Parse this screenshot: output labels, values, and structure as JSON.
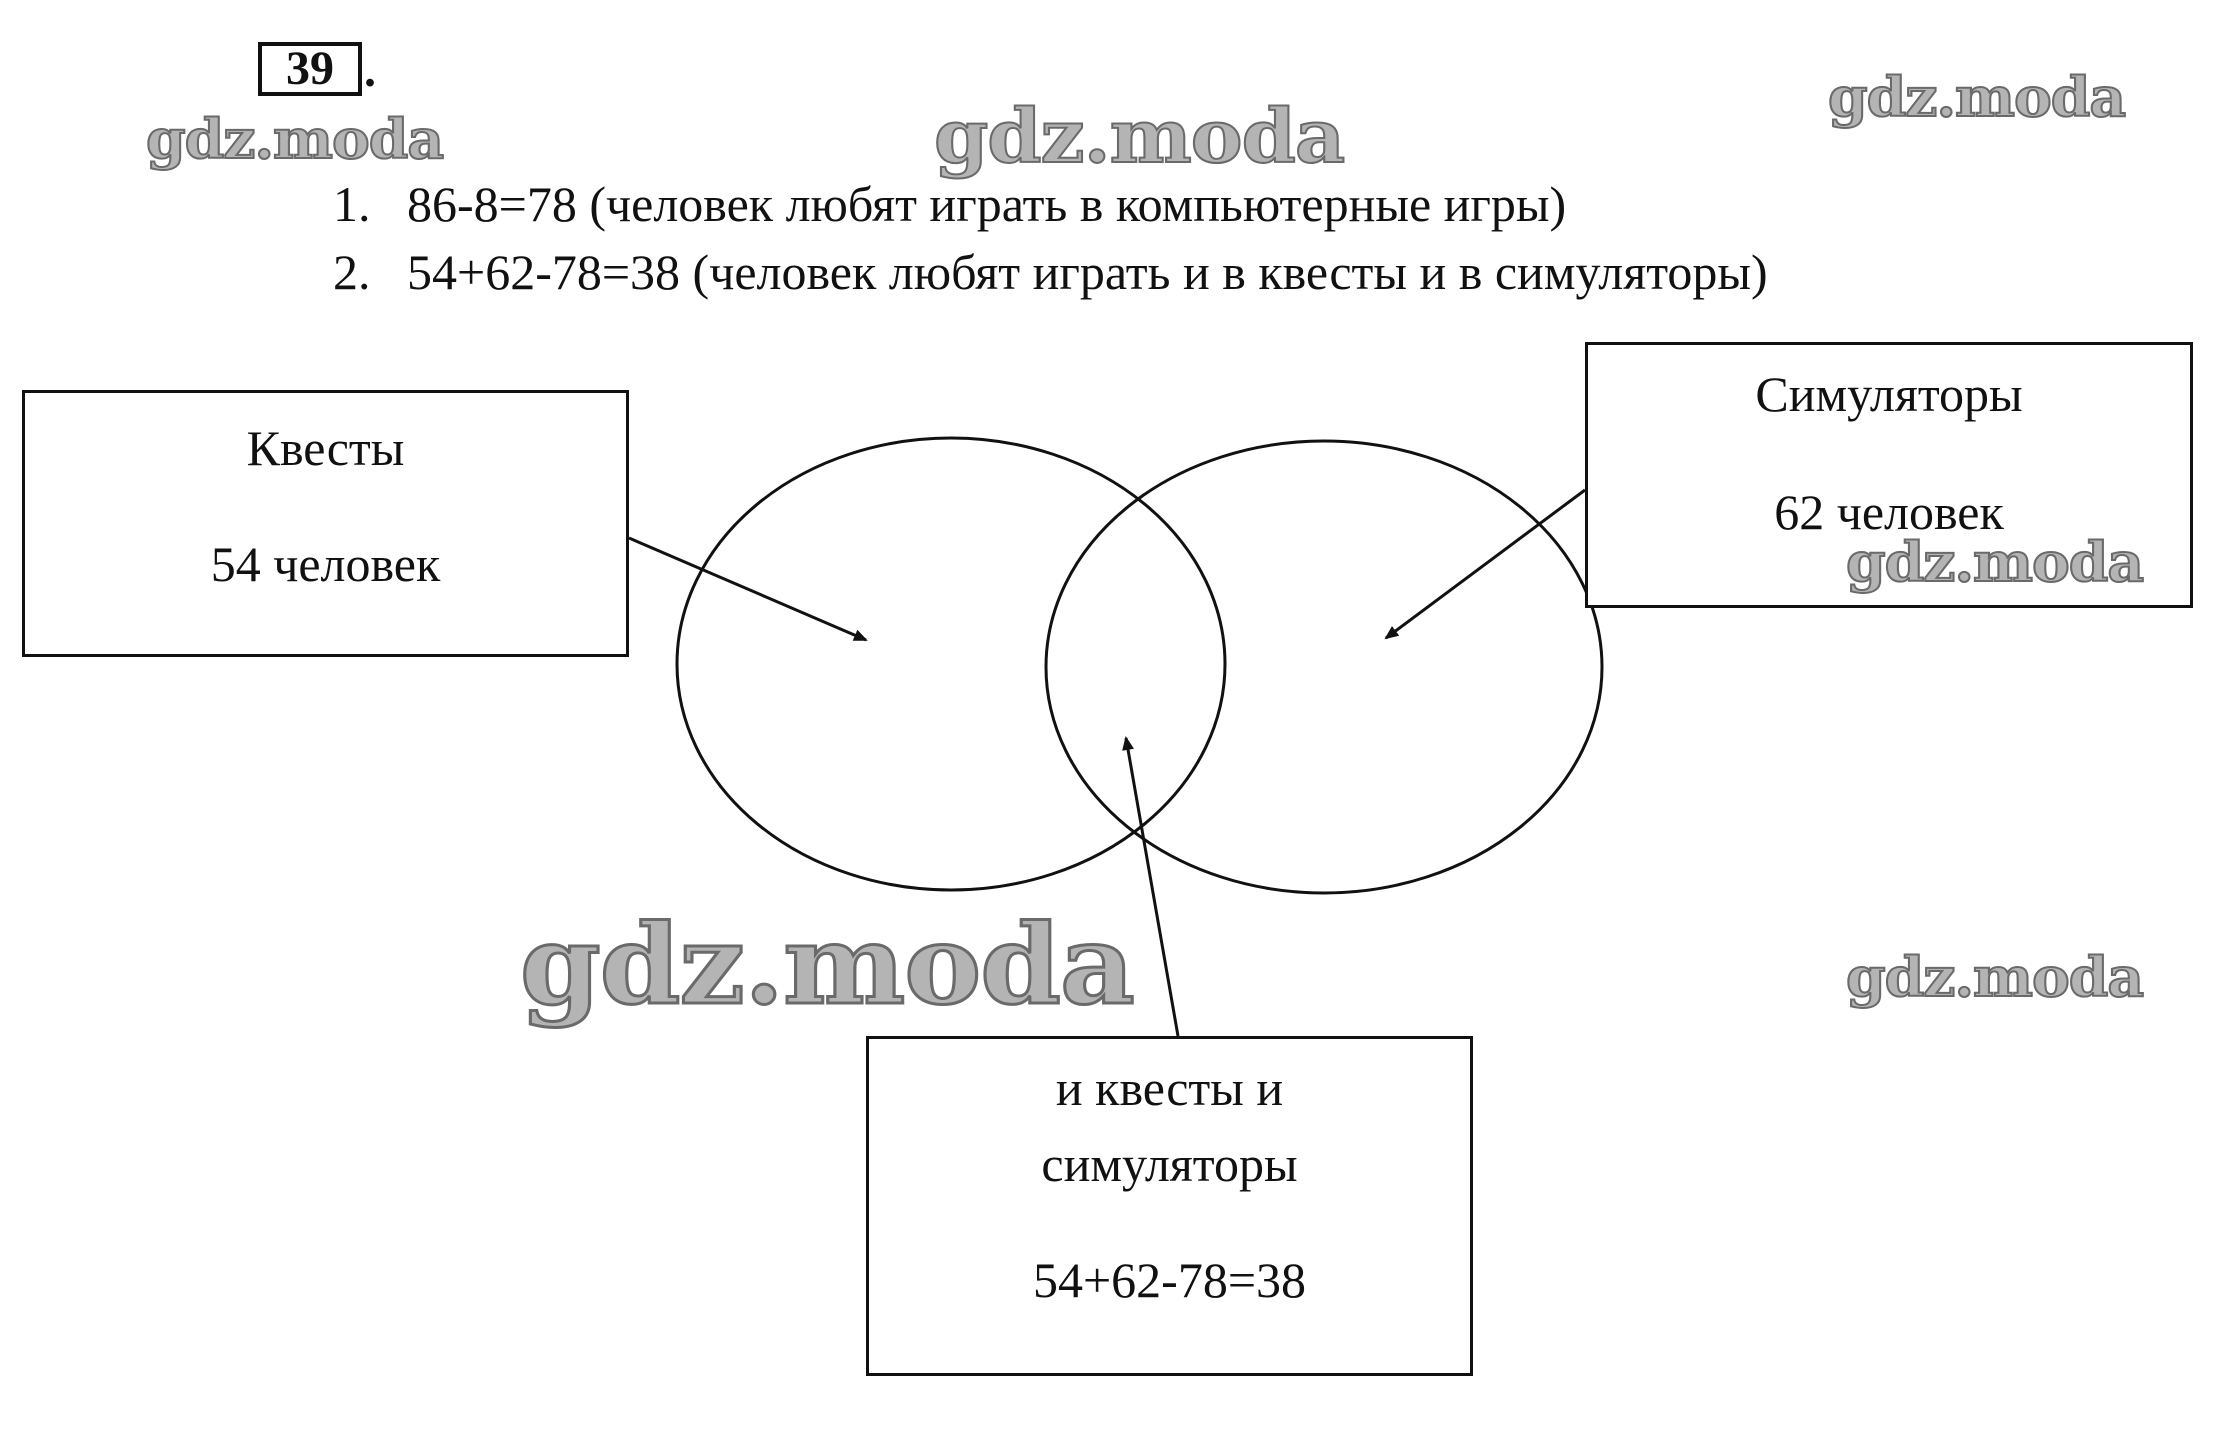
{
  "problem": {
    "number": "39",
    "dot": "."
  },
  "solution": {
    "steps": [
      {
        "num": "1.",
        "text": "86-8=78 (человек любят играть в компьютерные игры)"
      },
      {
        "num": "2.",
        "text": "54+62-78=38 (человек любят играть и в квесты и в симуляторы)"
      }
    ]
  },
  "diagram": {
    "quests": {
      "title": "Квесты",
      "value": "54 человек"
    },
    "simulators": {
      "title": "Симуляторы",
      "value": "62 человек"
    },
    "both": {
      "line1": "и квесты и",
      "line2": "симуляторы",
      "value": "54+62-78=38"
    }
  },
  "watermark": {
    "text": "gdz.moda"
  },
  "colors": {
    "ink": "#111111",
    "watermark_fill": "#b4b4b4",
    "watermark_outline": "#6a6a6a"
  }
}
